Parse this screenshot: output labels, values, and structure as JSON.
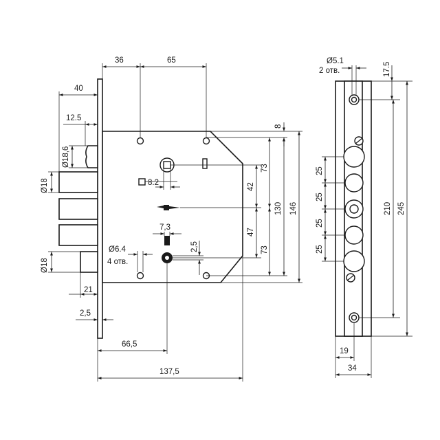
{
  "dims": {
    "d36": "36",
    "d65": "65",
    "d40": "40",
    "d12_5": "12.5",
    "d18_6": "Ø18,6",
    "d18a": "Ø18",
    "d18b": "Ø18",
    "d8_2": "8.2",
    "d7_3": "7,3",
    "d6_4": "Ø6.4",
    "holes4": "4 отв.",
    "d2_5a": "2,5",
    "d21": "21",
    "d2_5b": "2,5",
    "d66_5": "66,5",
    "d137_5": "137,5",
    "d8": "8",
    "d73a": "73",
    "d42": "42",
    "d47": "47",
    "d73b": "73",
    "d130": "130",
    "d146": "146",
    "d5_1": "Ø5.1",
    "holes2": "2 отв.",
    "d17_5": "17.5",
    "d25a": "25",
    "d25b": "25",
    "d25c": "25",
    "d25d": "25",
    "d210": "210",
    "d245": "245",
    "d19": "19",
    "d34": "34"
  }
}
